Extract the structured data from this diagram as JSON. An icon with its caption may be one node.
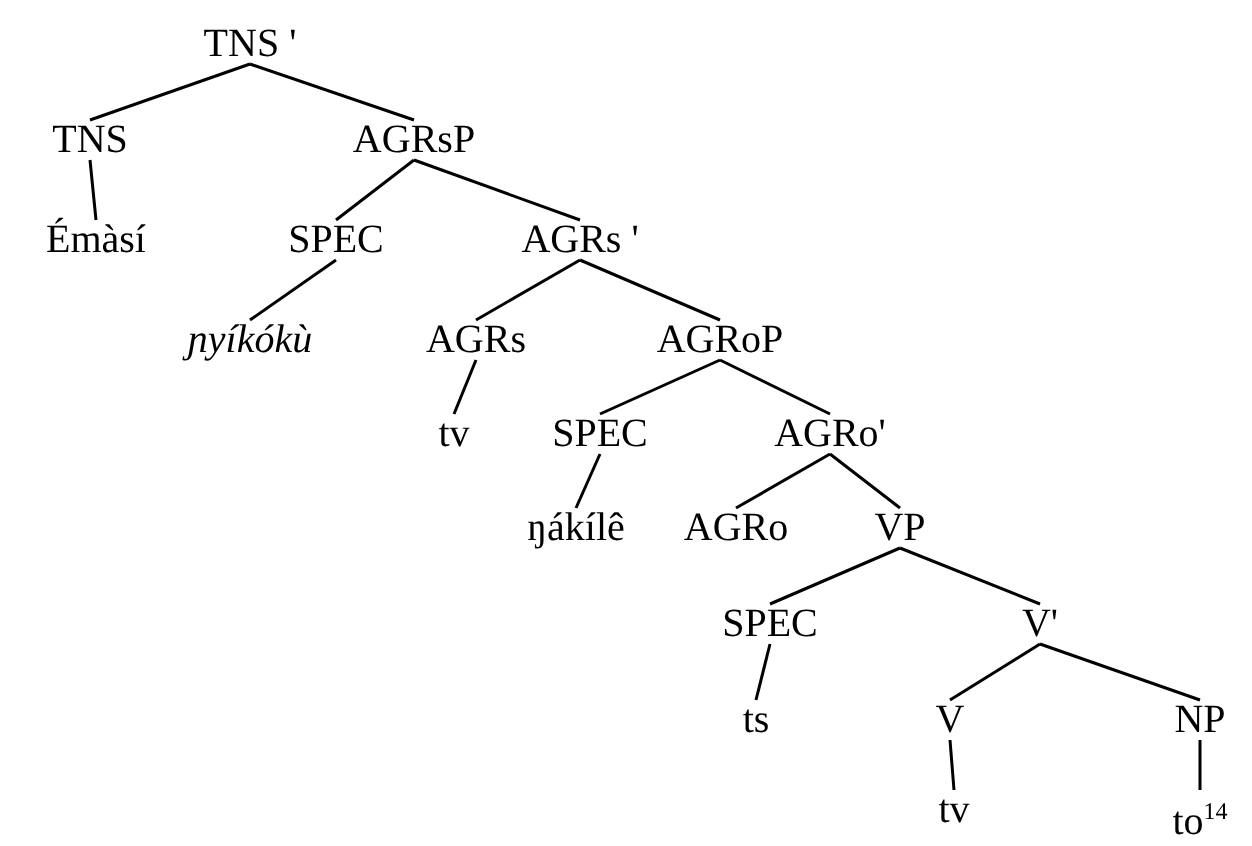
{
  "diagram": {
    "nodes": [
      {
        "text": [
          "TNS '"
        ]
      },
      {
        "text": [
          "TNS"
        ]
      },
      {
        "text": [
          "AGRsP"
        ]
      },
      {
        "text": [
          "Émàsí"
        ]
      },
      {
        "text": [
          "SPEC"
        ]
      },
      {
        "text": [
          "AGRs '"
        ]
      },
      {
        "text": [
          "ɲyíkókù"
        ]
      },
      {
        "text": [
          "AGRs"
        ]
      },
      {
        "text": [
          "AGRoP"
        ]
      },
      {
        "text": [
          "tv"
        ]
      },
      {
        "text": [
          "SPEC"
        ]
      },
      {
        "text": [
          "AGRo'"
        ]
      },
      {
        "text": [
          "ŋákílê"
        ]
      },
      {
        "text": [
          "AGRo"
        ]
      },
      {
        "text": [
          "VP"
        ]
      },
      {
        "text": [
          "SPEC"
        ]
      },
      {
        "text": [
          "V'"
        ]
      },
      {
        "text": [
          "ts"
        ]
      },
      {
        "text": [
          "V"
        ]
      },
      {
        "text": [
          "NP"
        ]
      },
      {
        "text": [
          "tv"
        ]
      },
      {
        "text": [
          "to$^{14}$"
        ]
      }
    ],
    "edges": [
      {
        "from": 0,
        "to": 1,
        "arrow": "none"
      },
      {
        "from": 0,
        "to": 2,
        "arrow": "none"
      },
      {
        "from": 1,
        "to": 3,
        "arrow": "none"
      },
      {
        "from": 2,
        "to": 4,
        "arrow": "none"
      },
      {
        "from": 2,
        "to": 5,
        "arrow": "none"
      },
      {
        "from": 4,
        "to": 6,
        "arrow": "none"
      },
      {
        "from": 5,
        "to": 7,
        "arrow": "none"
      },
      {
        "from": 5,
        "to": 8,
        "arrow": "none"
      },
      {
        "from": 7,
        "to": 9,
        "arrow": "none"
      },
      {
        "from": 8,
        "to": 10,
        "arrow": "none"
      },
      {
        "from": 8,
        "to": 11,
        "arrow": "none"
      },
      {
        "from": 10,
        "to": 12,
        "arrow": "none"
      },
      {
        "from": 11,
        "to": 13,
        "arrow": "none"
      },
      {
        "from": 11,
        "to": 14,
        "arrow": "none"
      },
      {
        "from": 14,
        "to": 15,
        "arrow": "none"
      },
      {
        "from": 14,
        "to": 16,
        "arrow": "none"
      },
      {
        "from": 15,
        "to": 17,
        "arrow": "none"
      },
      {
        "from": 16,
        "to": 18,
        "arrow": "none"
      },
      {
        "from": 16,
        "to": 19,
        "arrow": "none"
      },
      {
        "from": 18,
        "to": 20,
        "arrow": "none"
      },
      {
        "from": 19,
        "to": 21,
        "arrow": "none"
      }
    ]
  }
}
